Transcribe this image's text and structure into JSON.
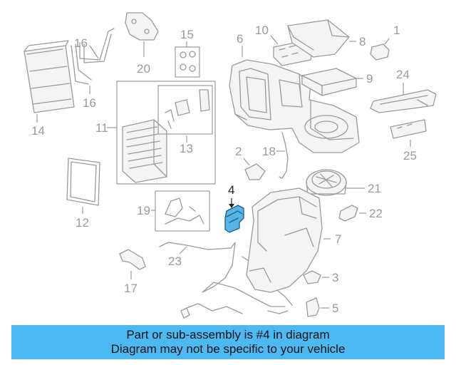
{
  "diagram": {
    "callouts": {
      "c1": "1",
      "c2": "2",
      "c3": "3",
      "c4": "4",
      "c5": "5",
      "c6": "6",
      "c7": "7",
      "c8": "8",
      "c9": "9",
      "c10": "10",
      "c11": "11",
      "c12": "12",
      "c13": "13",
      "c14": "14",
      "c15": "15",
      "c16a": "16",
      "c16b": "16",
      "c17": "17",
      "c18": "18",
      "c19": "19",
      "c20": "20",
      "c21": "21",
      "c22": "22",
      "c23": "23",
      "c24": "24",
      "c25": "25"
    },
    "highlighted_part": "4",
    "colors": {
      "highlight": "#57b4e6",
      "banner": "#4cb9f2",
      "line": "#9a9a9a"
    }
  },
  "banner": {
    "line1": "Part or sub-assembly is #4 in diagram",
    "line2": "Diagram may not be specific to your vehicle"
  }
}
